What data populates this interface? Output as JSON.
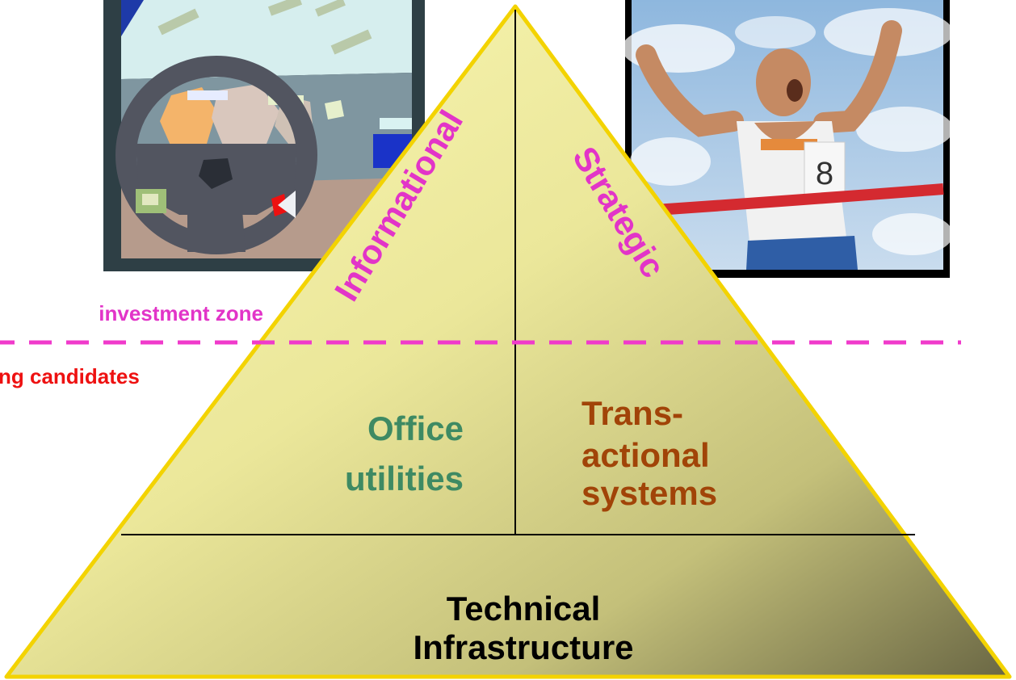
{
  "zone_labels": {
    "investment": "investment zone",
    "outsourcing": "ng candidates"
  },
  "pyramid": {
    "informational": "Informational",
    "strategic": "Strategic",
    "office_line1": "Office",
    "office_line2": "utilities",
    "trans_line1": "Trans-",
    "trans_line2": "actional",
    "trans_line3": "systems",
    "infra_line1": "Technical",
    "infra_line2": "Infrastructure"
  },
  "pictures": {
    "left": "dashboard-steering-wheel-clipart",
    "right": "runner-crossing-finish-line-photo",
    "runner_bib": "8"
  },
  "colors": {
    "pyramid_fill_light": "#f4f1a6",
    "pyramid_fill_dark": "#737046",
    "pyramid_border": "#f3d300",
    "investment_text": "#e234c8",
    "dashed_line": "#f03acb",
    "outsourcing_text": "#ee1111",
    "rotated_text": "#e234c8",
    "office_text": "#3e8a63",
    "trans_text": "#a14408",
    "infra_text": "#000000"
  }
}
